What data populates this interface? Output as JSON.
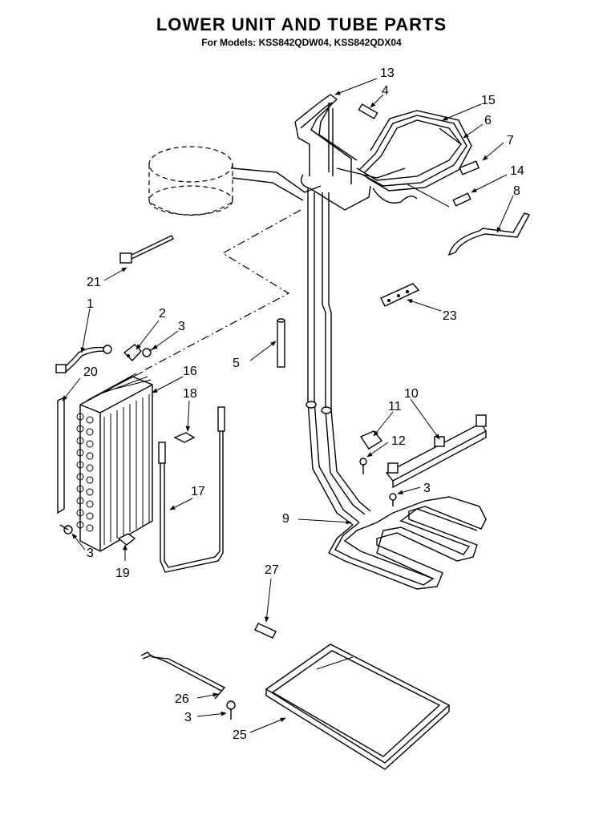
{
  "title": "LOWER UNIT AND TUBE PARTS",
  "subtitle": "For Models: KSS842QDW04, KSS842QDX04",
  "callouts": {
    "p1": "1",
    "p2": "2",
    "p3a": "3",
    "p3b": "3",
    "p3c": "3",
    "p3d": "3",
    "p4": "4",
    "p5": "5",
    "p6": "6",
    "p7": "7",
    "p8": "8",
    "p9": "9",
    "p10": "10",
    "p11": "11",
    "p12": "12",
    "p13": "13",
    "p14": "14",
    "p15": "15",
    "p16": "16",
    "p17": "17",
    "p18": "18",
    "p19": "19",
    "p20": "20",
    "p21": "21",
    "p23": "23",
    "p25": "25",
    "p26": "26",
    "p27": "27"
  }
}
